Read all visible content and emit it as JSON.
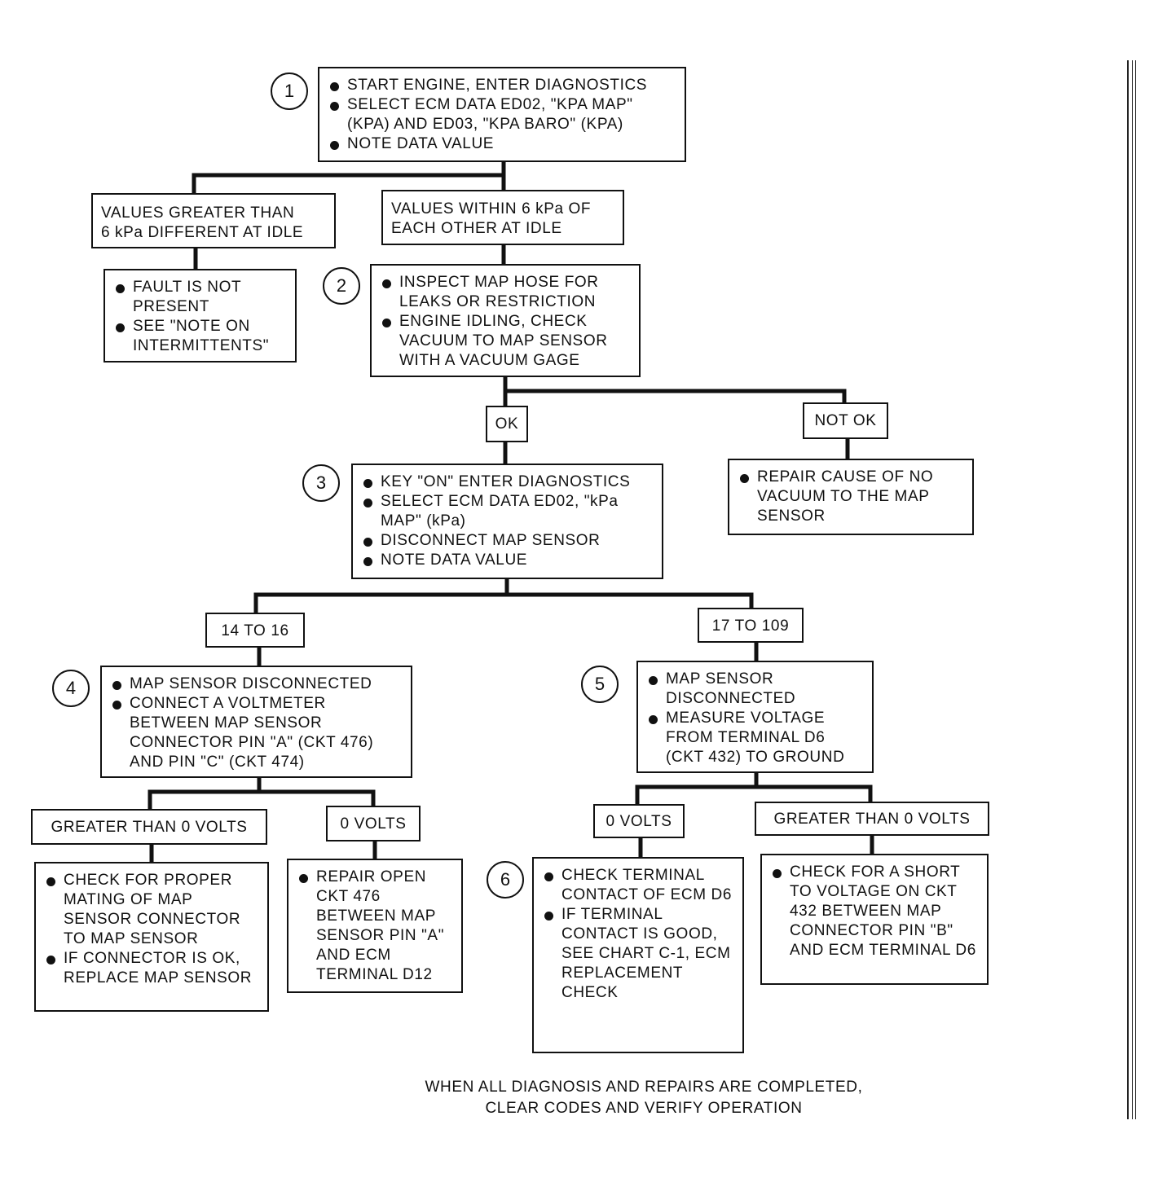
{
  "steps": {
    "s1": "1",
    "s2": "2",
    "s3": "3",
    "s4": "4",
    "s5": "5",
    "s6": "6"
  },
  "box1": [
    "START ENGINE, ENTER DIAGNOSTICS",
    "SELECT ECM DATA ED02, \"kPa MAP\" (kPa) AND ED03, \"kPa BARO\" (kPa)",
    "NOTE DATA VALUE"
  ],
  "label_greater_6": [
    "VALUES GREATER THAN",
    "6 kPa DIFFERENT AT IDLE"
  ],
  "label_within_6": [
    "VALUES WITHIN 6 kPa OF",
    "EACH OTHER AT IDLE"
  ],
  "box_fault": [
    "FAULT IS NOT PRESENT",
    "SEE \"NOTE ON INTERMITTENTS\""
  ],
  "box2": [
    "INSPECT MAP HOSE FOR LEAKS OR RESTRICTION",
    "ENGINE IDLING, CHECK VACUUM TO MAP SENSOR WITH A VACUUM GAGE"
  ],
  "label_ok": "OK",
  "label_not_ok": "NOT OK",
  "box3": [
    "KEY \"ON\" ENTER DIAGNOSTICS",
    "SELECT ECM DATA ED02, \"kPa MAP\" (kPa)",
    "DISCONNECT MAP SENSOR",
    "NOTE DATA VALUE"
  ],
  "box_repair_vacuum": [
    "REPAIR CAUSE OF NO VACUUM TO THE MAP SENSOR"
  ],
  "label_14_16": "14 TO 16",
  "label_17_109": "17 TO 109",
  "box4": [
    "MAP SENSOR DISCONNECTED",
    "CONNECT A VOLTMETER BETWEEN MAP SENSOR CONNECTOR PIN \"A\" (CKT 476) AND PIN \"C\" (CKT 474)"
  ],
  "box5": [
    "MAP SENSOR DISCONNECTED",
    "MEASURE VOLTAGE FROM TERMINAL D6 (CKT 432) TO GROUND"
  ],
  "label4_gt0": "GREATER THAN 0 VOLTS",
  "label4_0": "0 VOLTS",
  "label5_0": "0 VOLTS",
  "label5_gt0": "GREATER THAN 0 VOLTS",
  "box_mating": [
    "CHECK FOR PROPER MATING OF MAP SENSOR CONNECTOR TO MAP SENSOR",
    "IF CONNECTOR IS OK, REPLACE MAP SENSOR"
  ],
  "box_repair_open": [
    "REPAIR OPEN CKT 476 BETWEEN MAP SENSOR PIN \"A\" AND ECM TERMINAL D12"
  ],
  "box6": [
    "CHECK TERMINAL CONTACT OF ECM D6",
    "IF TERMINAL CONTACT IS GOOD, SEE CHART C-1, ECM REPLACEMENT CHECK"
  ],
  "box_short": [
    "CHECK FOR A SHORT TO VOLTAGE ON CKT 432 BETWEEN MAP CONNECTOR PIN \"B\" AND ECM TERMINAL D6"
  ],
  "footer": [
    "WHEN ALL DIAGNOSIS AND REPAIRS ARE COMPLETED,",
    "CLEAR CODES AND VERIFY OPERATION"
  ]
}
